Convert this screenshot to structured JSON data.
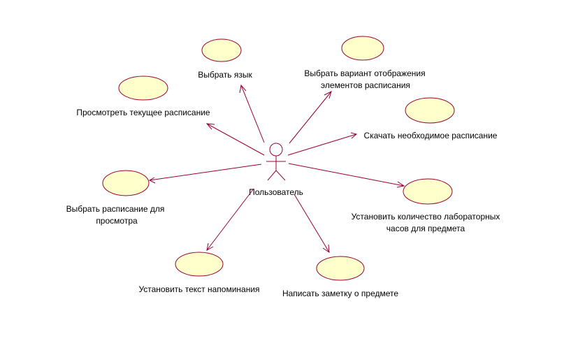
{
  "colors": {
    "background": "#ffffff",
    "ellipse_fill": "#ffffcc",
    "stroke": "#990033",
    "text": "#000000"
  },
  "actor": {
    "label": "Пользователь"
  },
  "use_cases": [
    {
      "id": "choose-language",
      "lines": [
        "Выбрать язык"
      ]
    },
    {
      "id": "choose-display-variant",
      "lines": [
        "Выбрать вариант отображения",
        "элементов расписания"
      ]
    },
    {
      "id": "view-current-schedule",
      "lines": [
        "Просмотреть текущее расписание"
      ]
    },
    {
      "id": "download-schedule",
      "lines": [
        "Скачать необходимое расписание"
      ]
    },
    {
      "id": "choose-schedule-to-view",
      "lines": [
        "Выбрать расписание для",
        "просмотра"
      ]
    },
    {
      "id": "set-lab-hours",
      "lines": [
        "Установить количество лабораторных",
        "часов для предмета"
      ]
    },
    {
      "id": "set-reminder-text",
      "lines": [
        "Установить текст напоминания"
      ]
    },
    {
      "id": "write-subject-note",
      "lines": [
        "Написать заметку о предмете"
      ]
    }
  ]
}
